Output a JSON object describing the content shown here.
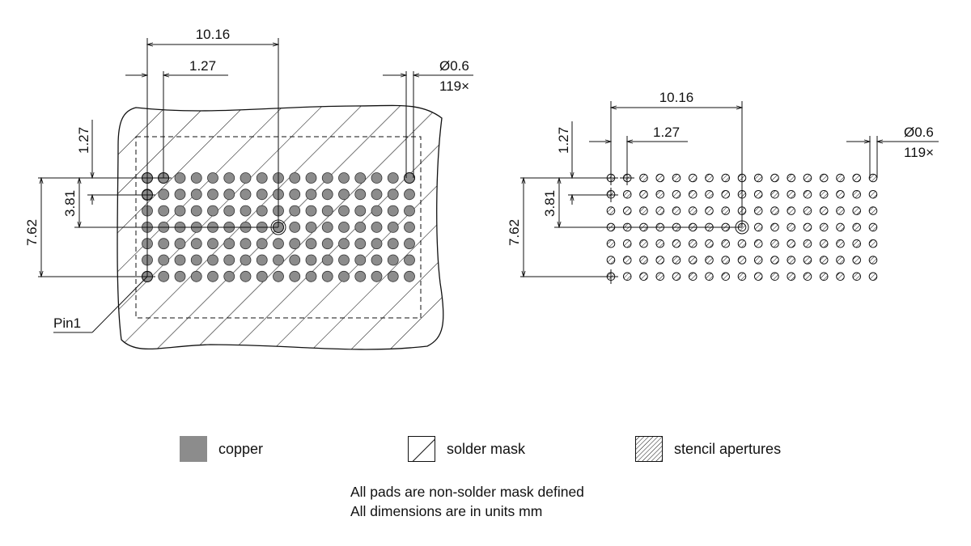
{
  "left_view": {
    "dim_pitch_x10": "10.16",
    "dim_pitch": "1.27",
    "dim_pad_dia": "Ø0.6",
    "dim_pad_count": "119×",
    "dim_vpitch": "1.27",
    "dim_half_height": "3.81",
    "dim_height": "7.62",
    "pin1_label": "Pin1"
  },
  "right_view": {
    "dim_pitch_x10": "10.16",
    "dim_pitch": "1.27",
    "dim_pad_dia": "Ø0.6",
    "dim_pad_count": "119×",
    "dim_vpitch": "1.27",
    "dim_half_height": "3.81",
    "dim_height": "7.62"
  },
  "pad_grid": {
    "columns": 17,
    "rows": 7
  },
  "legend": {
    "copper": "copper",
    "solder_mask": "solder mask",
    "stencil": "stencil apertures"
  },
  "notes": {
    "line1": "All pads are non-solder mask defined",
    "line2": "All dimensions are in units mm"
  },
  "colors": {
    "copper": "#8c8c8c",
    "line": "#111111",
    "background": "#ffffff"
  }
}
